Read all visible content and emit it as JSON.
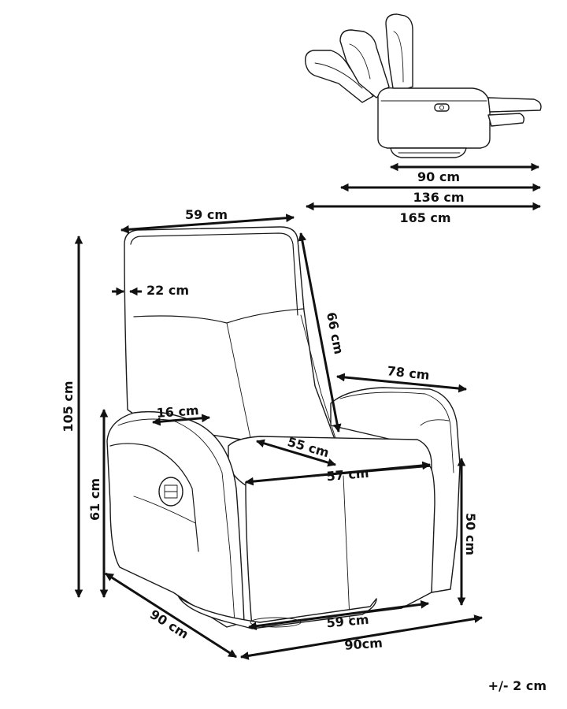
{
  "dimensions": {
    "side_seat_depth": "90 cm",
    "side_half_recline": "136 cm",
    "side_full_recline": "165 cm",
    "backrest_width": "59 cm",
    "backrest_thickness": "22 cm",
    "backrest_height": "66 cm",
    "total_height": "105 cm",
    "armrest_width": "16 cm",
    "armrest_length": "78 cm",
    "seat_depth": "55 cm",
    "seat_width": "57 cm",
    "armrest_height": "61 cm",
    "seat_height": "50 cm",
    "base_width": "59 cm",
    "depth": "90 cm",
    "width": "90cm"
  },
  "tolerance": "+/- 2 cm"
}
